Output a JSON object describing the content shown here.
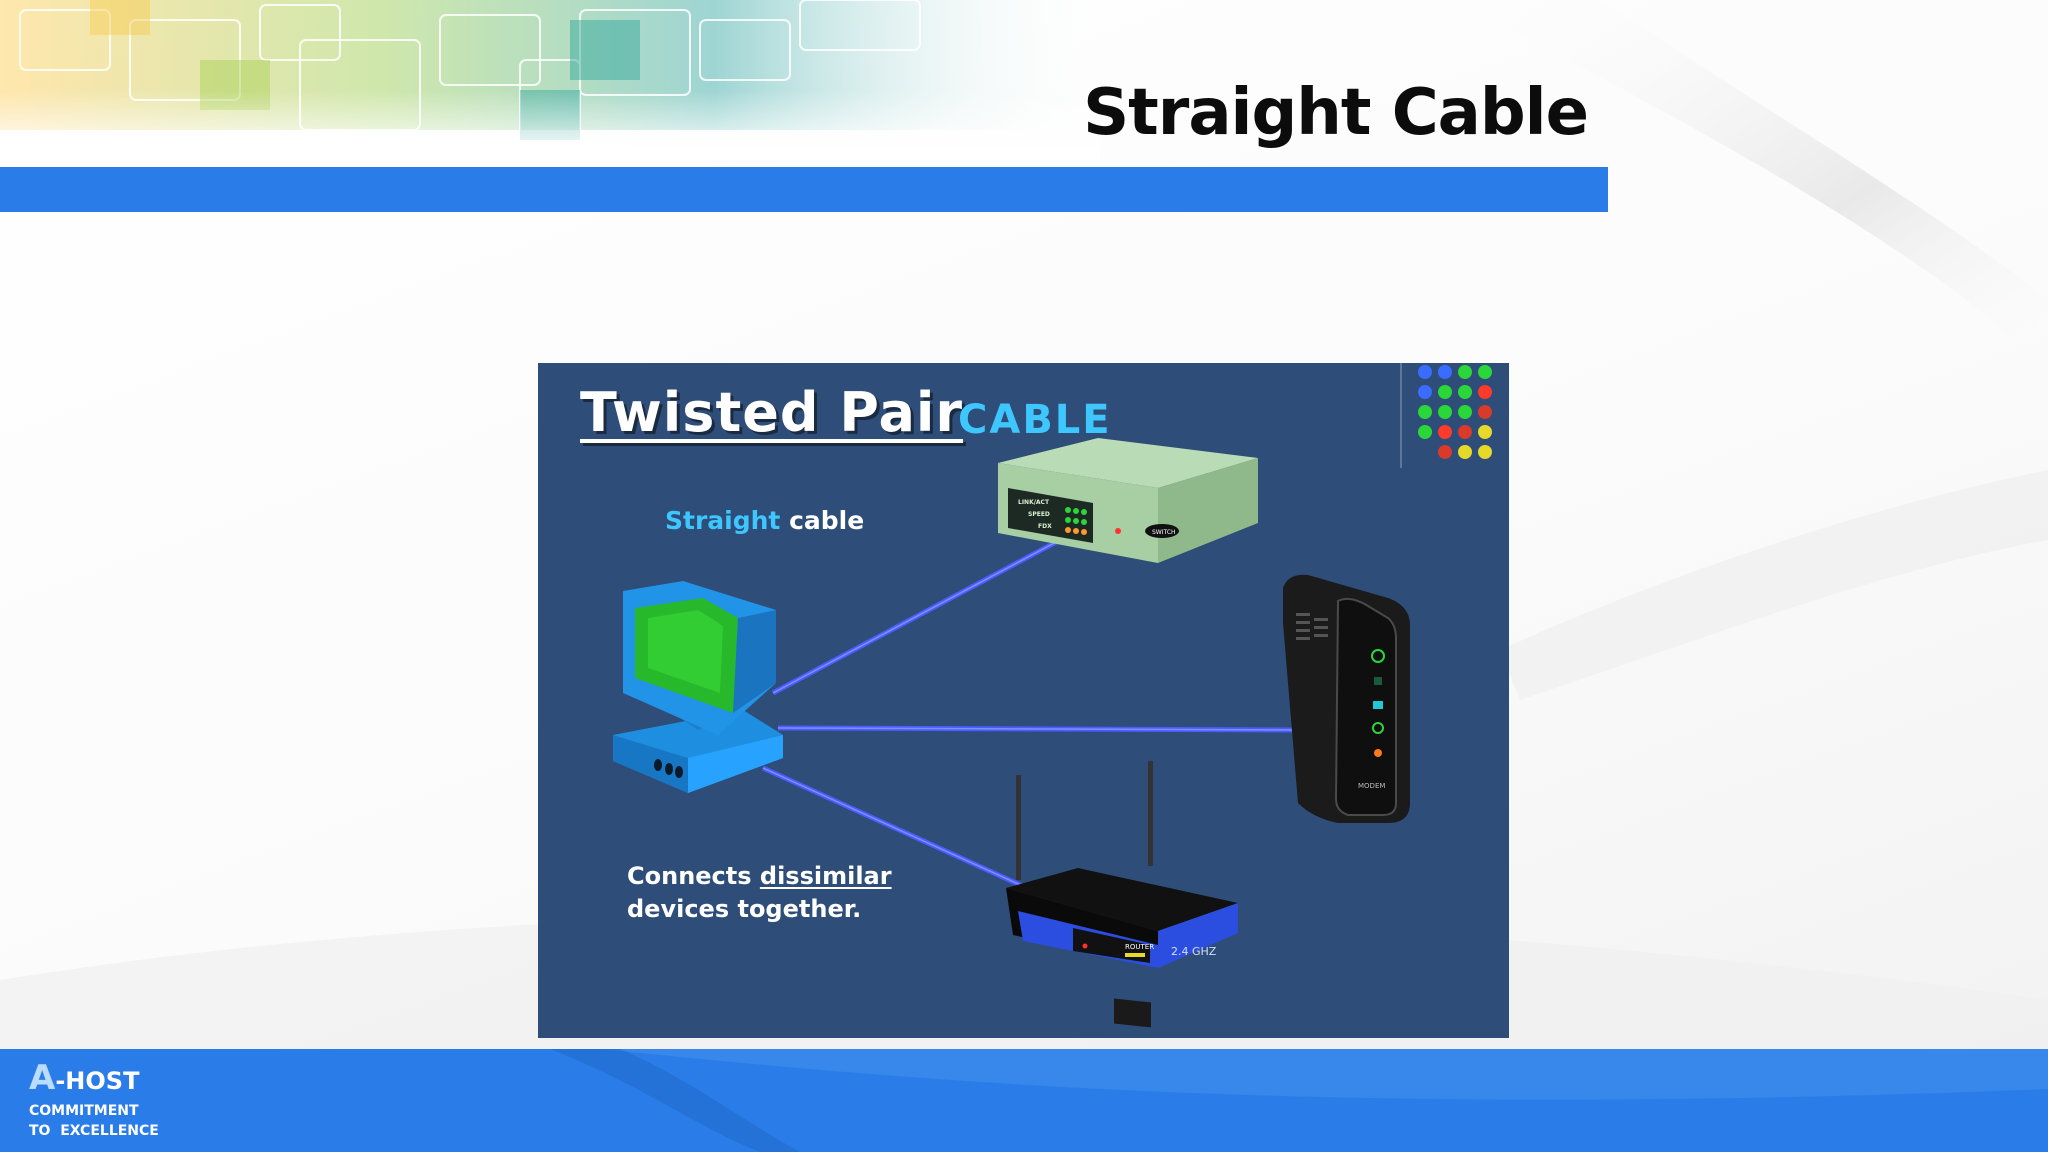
{
  "slide": {
    "title": "Straight Cable"
  },
  "figure": {
    "heading": "Twisted Pair",
    "subheading": "CABLE",
    "cable_label_colored": "Straight",
    "cable_label_rest": " cable",
    "caption_pre": "Connects ",
    "caption_underlined": "dissimilar",
    "caption_line2": "devices together.",
    "switch_rows": [
      "LINK/ACT",
      "SPEED",
      "FDX"
    ],
    "switch_brand": "SWITCH",
    "modem_label": "MODEM",
    "router_label": "ROUTER",
    "router_freq": "2.4 GHZ",
    "cable_color": "#4a5cff",
    "background_color": "#2e4d78"
  },
  "footer": {
    "logo_initial": "A",
    "logo_rest": "-HOST",
    "tagline_line1": "COMMITMENT",
    "tagline_line2": "TO  EXCELLENCE"
  },
  "colors": {
    "accent_blue": "#2a7de8",
    "title_text": "#0c0c0c"
  }
}
